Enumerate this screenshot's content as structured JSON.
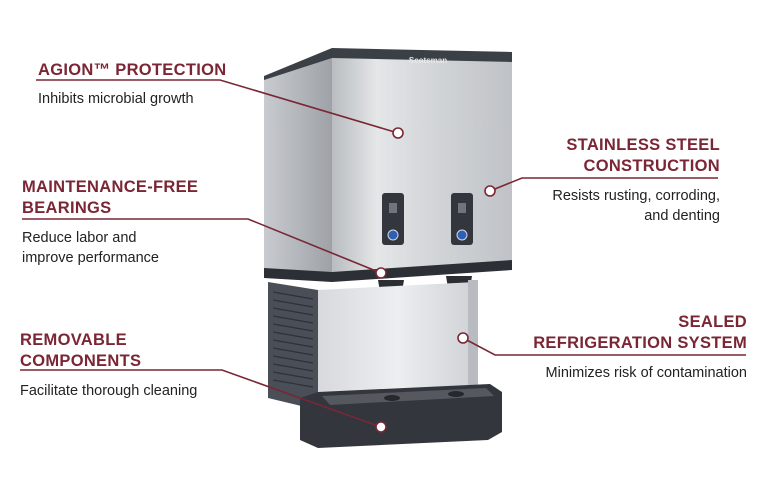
{
  "brand": "Scotsman",
  "callouts": {
    "agion": {
      "title": "AGION™ PROTECTION",
      "desc": "Inhibits microbial growth"
    },
    "bearings": {
      "title_line1": "MAINTENANCE-FREE",
      "title_line2": "BEARINGS",
      "desc_line1": "Reduce labor and",
      "desc_line2": "improve performance"
    },
    "removable": {
      "title_line1": "REMOVABLE",
      "title_line2": "COMPONENTS",
      "desc": "Facilitate thorough cleaning"
    },
    "stainless": {
      "title_line1": "STAINLESS STEEL",
      "title_line2": "CONSTRUCTION",
      "desc_line1": "Resists rusting, corroding,",
      "desc_line2": "and denting"
    },
    "sealed": {
      "title_line1": "SEALED",
      "title_line2": "REFRIGERATION SYSTEM",
      "desc": "Minimizes risk of contamination"
    }
  },
  "colors": {
    "accent": "#7a2634",
    "text": "#222222",
    "steel": "#c9ccd0",
    "dark_panel": "#3a3e45",
    "button_blue": "#2f5fb0"
  }
}
